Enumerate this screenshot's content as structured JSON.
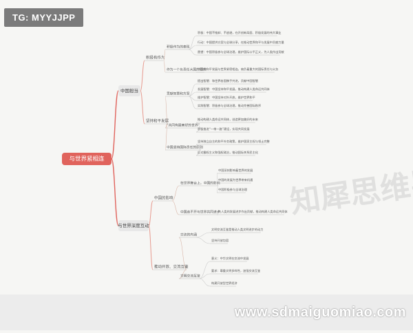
{
  "tag_label": "TG: MYYJJPP",
  "watermark": "知犀思维导图",
  "site_url": "www.sdmaiguomiao.com",
  "accent": "#e0635c",
  "root": {
    "label": "与世界紧相连",
    "children": [
      {
        "label": "中国担当",
        "children": [
          {
            "label": "积极有作为",
            "children": [
              {
                "label": "积极作为的表现",
                "children": [
                  {
                    "label": "积极：中国不推卸、不逃避，在开创新局面、积极发展的伟大事业"
                  },
                  {
                    "label": "行动：中国提供方案与全球分享，在推动世界和平与发展中贡献力量"
                  },
                  {
                    "label": "愿望：中国积极参与全球治理，维护国际公平正义，为人类作出贡献"
                  }
                ]
              },
              {
                "label": "作为一个负责任大国的要求",
                "children": [
                  {
                    "label": "中国的和平发展与世界紧密相连，肩负着重大的国际责任与义务"
                  }
                ]
              }
            ]
          },
          {
            "label": "坚持和平发展",
            "children": [
              {
                "label": "贡献智慧和方案",
                "children": [
                  {
                    "label": "提出智慧：和世界各国携手共进，贡献中国智慧"
                  },
                  {
                    "label": "发展智慧：中国坚持和平发展，推动构建人类命运共同体"
                  },
                  {
                    "label": "维护智慧：中国坚持对外开放，维护世界和平"
                  },
                  {
                    "label": "实践智慧：积极参与全球治理，推动完善国际秩序"
                  }
                ]
              },
              {
                "label": "“共同构建美好的世界”",
                "children": [
                  {
                    "label": "推动构建人类命运共同体，创造更加美好的未来"
                  },
                  {
                    "label": "积极推进“一带一路”建设，实现共同发展"
                  }
                ]
              },
              {
                "label": "中国坚持国际责任的原则",
                "children": [
                  {
                    "label": "坚持独立自主的和平外交政策，维护国家主权与领土完整"
                  },
                  {
                    "label": "反对霸权主义和强权政治，推动国际关系民主化"
                  }
                ]
              }
            ]
          }
        ]
      },
      {
        "label": "与世界深度互动",
        "children": [
          {
            "label": "中国的影响",
            "children": [
              {
                "label": "在世界舞台上，中国的影响",
                "children": [
                  {
                    "label": "中国深刻影响着世界的发展"
                  },
                  {
                    "label": "中国的发展为世界带来机遇"
                  },
                  {
                    "label": "中国积极参与全球治理"
                  }
                ]
              },
              {
                "label": "中国走不开与世界共同进步",
                "children": [
                  {
                    "label": "为人类的发展进步作出贡献，推动构建人类命运共同体"
                  }
                ]
              }
            ]
          },
          {
            "label": "推动开放、交流互鉴",
            "children": [
              {
                "label": "交流的内涵",
                "children": [
                  {
                    "label": "文明交流互鉴是推动人类文明进步的动力"
                  },
                  {
                    "label": "坚持开放包容"
                  }
                ]
              },
              {
                "label": "文明交流互鉴",
                "children": [
                  {
                    "label": "意义：中华文明在交流中发展"
                  },
                  {
                    "label": "要求：尊重文明多样性，加强交流互鉴"
                  },
                  {
                    "label": "构建开放型世界经济"
                  }
                ]
              }
            ]
          }
        ]
      }
    ]
  }
}
